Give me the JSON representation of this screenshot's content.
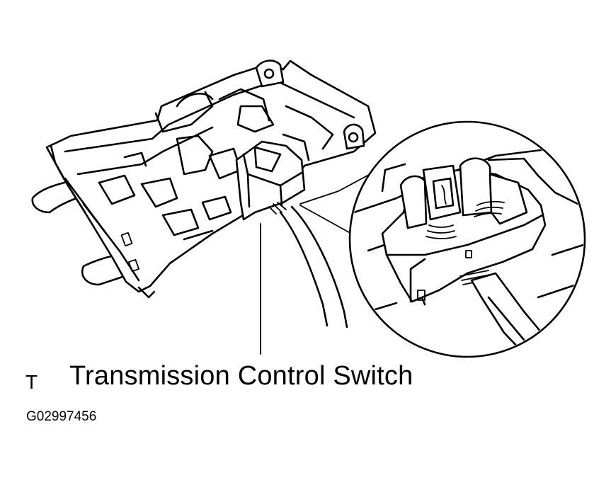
{
  "labels": {
    "corner_letter": "T",
    "callout": "Transmission Control Switch",
    "figure_code": "G02997456"
  },
  "colors": {
    "line": "#000000",
    "background": "#ffffff"
  }
}
